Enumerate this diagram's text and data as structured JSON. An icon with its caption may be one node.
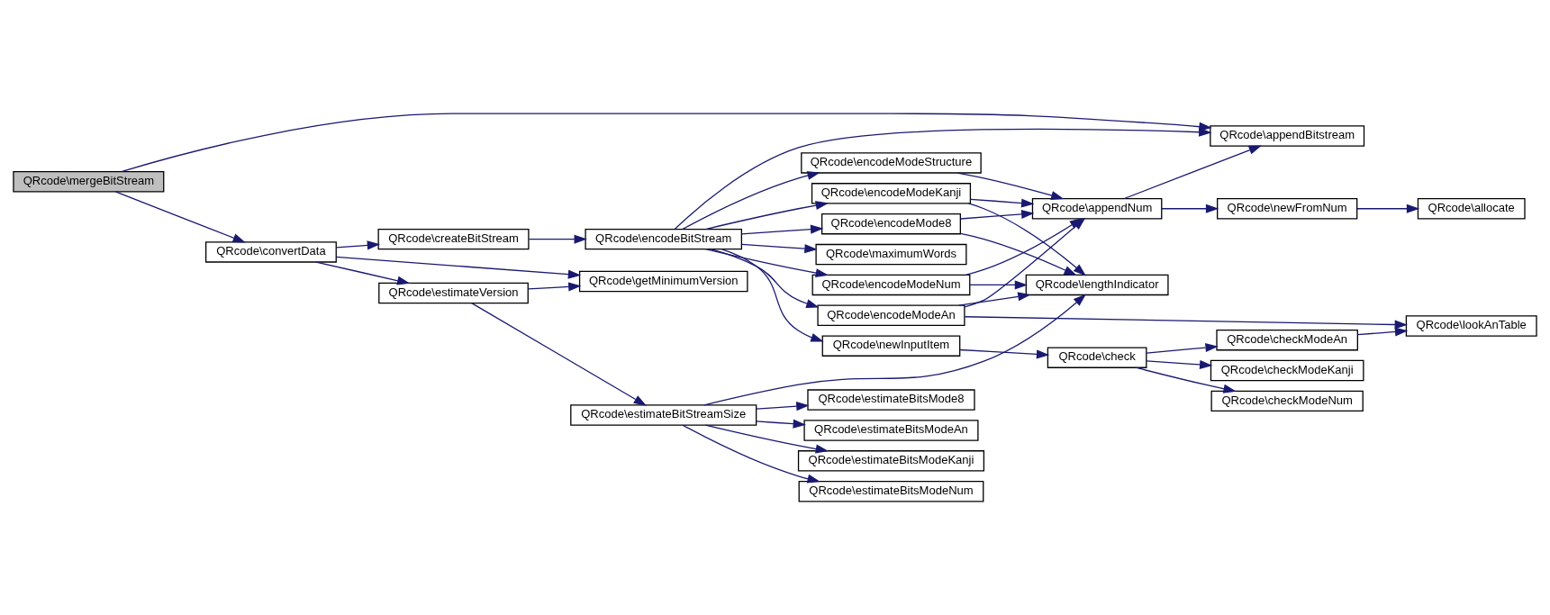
{
  "diagram": {
    "nodes": [
      {
        "text": [
          "QRcode\\mergeBitStream"
        ]
      },
      {
        "text": [
          "QRcode\\convertData"
        ]
      },
      {
        "text": [
          "QRcode\\createBitStream"
        ]
      },
      {
        "text": [
          "QRcode\\getMinimumVersion"
        ]
      },
      {
        "text": [
          "QRcode\\estimateVersion"
        ]
      },
      {
        "text": [
          "QRcode\\encodeBitStream"
        ]
      },
      {
        "text": [
          "QRcode\\estimateBitStreamSize"
        ]
      },
      {
        "text": [
          "QRcode\\encodeModeStructure"
        ]
      },
      {
        "text": [
          "QRcode\\encodeModeKanji"
        ]
      },
      {
        "text": [
          "QRcode\\encodeModeNum"
        ]
      },
      {
        "text": [
          "QRcode\\encodeMode8"
        ]
      },
      {
        "text": [
          "QRcode\\maximumWords"
        ]
      },
      {
        "text": [
          "QRcode\\encodeModeAn"
        ]
      },
      {
        "text": [
          "QRcode\\newInputItem"
        ]
      },
      {
        "text": [
          "QRcode\\estimateBitsMode8"
        ]
      },
      {
        "text": [
          "QRcode\\estimateBitsModeAn"
        ]
      },
      {
        "text": [
          "QRcode\\estimateBitsModeKanji"
        ]
      },
      {
        "text": [
          "QRcode\\estimateBitsModeNum"
        ]
      },
      {
        "text": [
          "QRcode\\appendNum"
        ]
      },
      {
        "text": [
          "QRcode\\lengthIndicator"
        ]
      },
      {
        "text": [
          "QRcode\\check"
        ]
      },
      {
        "text": [
          "QRcode\\appendBitstream"
        ]
      },
      {
        "text": [
          "QRcode\\newFromNum"
        ]
      },
      {
        "text": [
          "QRcode\\checkModeAn"
        ]
      },
      {
        "text": [
          "QRcode\\checkModeKanji"
        ]
      },
      {
        "text": [
          "QRcode\\checkModeNum"
        ]
      },
      {
        "text": [
          "QRcode\\allocate"
        ]
      },
      {
        "text": [
          "QRcode\\lookAnTable"
        ]
      }
    ],
    "edges": [
      {
        "from": 0,
        "to": 21,
        "arrow": "to"
      },
      {
        "from": 0,
        "to": 1,
        "arrow": "to"
      },
      {
        "from": 1,
        "to": 2,
        "arrow": "to"
      },
      {
        "from": 1,
        "to": 3,
        "arrow": "to"
      },
      {
        "from": 1,
        "to": 4,
        "arrow": "to"
      },
      {
        "from": 2,
        "to": 5,
        "arrow": "to"
      },
      {
        "from": 4,
        "to": 3,
        "arrow": "to"
      },
      {
        "from": 4,
        "to": 6,
        "arrow": "to"
      },
      {
        "from": 5,
        "to": 21,
        "arrow": "to"
      },
      {
        "from": 5,
        "to": 7,
        "arrow": "to"
      },
      {
        "from": 5,
        "to": 8,
        "arrow": "to"
      },
      {
        "from": 5,
        "to": 9,
        "arrow": "to"
      },
      {
        "from": 5,
        "to": 10,
        "arrow": "to"
      },
      {
        "from": 5,
        "to": 11,
        "arrow": "to"
      },
      {
        "from": 5,
        "to": 12,
        "arrow": "to"
      },
      {
        "from": 5,
        "to": 13,
        "arrow": "to"
      },
      {
        "from": 6,
        "to": 19,
        "arrow": "to"
      },
      {
        "from": 6,
        "to": 14,
        "arrow": "to"
      },
      {
        "from": 6,
        "to": 15,
        "arrow": "to"
      },
      {
        "from": 6,
        "to": 16,
        "arrow": "to"
      },
      {
        "from": 6,
        "to": 17,
        "arrow": "to"
      },
      {
        "from": 7,
        "to": 18,
        "arrow": "to"
      },
      {
        "from": 8,
        "to": 18,
        "arrow": "to"
      },
      {
        "from": 8,
        "to": 19,
        "arrow": "to"
      },
      {
        "from": 9,
        "to": 18,
        "arrow": "to"
      },
      {
        "from": 9,
        "to": 19,
        "arrow": "to"
      },
      {
        "from": 10,
        "to": 18,
        "arrow": "to"
      },
      {
        "from": 10,
        "to": 19,
        "arrow": "to"
      },
      {
        "from": 12,
        "to": 18,
        "arrow": "to"
      },
      {
        "from": 12,
        "to": 19,
        "arrow": "to"
      },
      {
        "from": 12,
        "to": 27,
        "arrow": "to"
      },
      {
        "from": 13,
        "to": 20,
        "arrow": "to"
      },
      {
        "from": 18,
        "to": 21,
        "arrow": "to"
      },
      {
        "from": 18,
        "to": 22,
        "arrow": "to"
      },
      {
        "from": 20,
        "to": 23,
        "arrow": "to"
      },
      {
        "from": 20,
        "to": 24,
        "arrow": "to"
      },
      {
        "from": 20,
        "to": 25,
        "arrow": "to"
      },
      {
        "from": 22,
        "to": 26,
        "arrow": "to"
      },
      {
        "from": 23,
        "to": 27,
        "arrow": "to"
      }
    ]
  }
}
